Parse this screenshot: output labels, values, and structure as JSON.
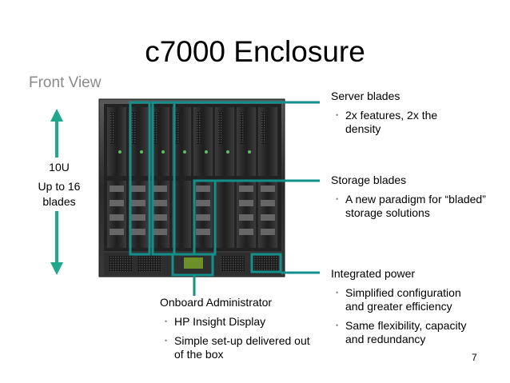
{
  "slide": {
    "title": "c7000 Enclosure",
    "subtitle": "Front View",
    "page_number": "7"
  },
  "height_info": {
    "units": "10U",
    "blades_line1": "Up to 16",
    "blades_line2": "blades"
  },
  "callouts": {
    "server": {
      "heading": "Server blades",
      "bullets": [
        "2x features, 2x the density"
      ]
    },
    "storage": {
      "heading": "Storage blades",
      "bullets": [
        "A new paradigm for “bladed” storage solutions"
      ]
    },
    "power": {
      "heading": "Integrated power",
      "bullets": [
        "Simplified configuration and greater efficiency",
        "Same flexibility, capacity and redundancy"
      ]
    },
    "onboard": {
      "heading": "Onboard Administrator",
      "bullets": [
        "HP Insight Display",
        "Simple set-up delivered out of the box"
      ]
    }
  },
  "colors": {
    "accent_teal": "#13908c",
    "arrow_green": "#1fa88a",
    "chassis_dark": "#2a2a2a"
  }
}
